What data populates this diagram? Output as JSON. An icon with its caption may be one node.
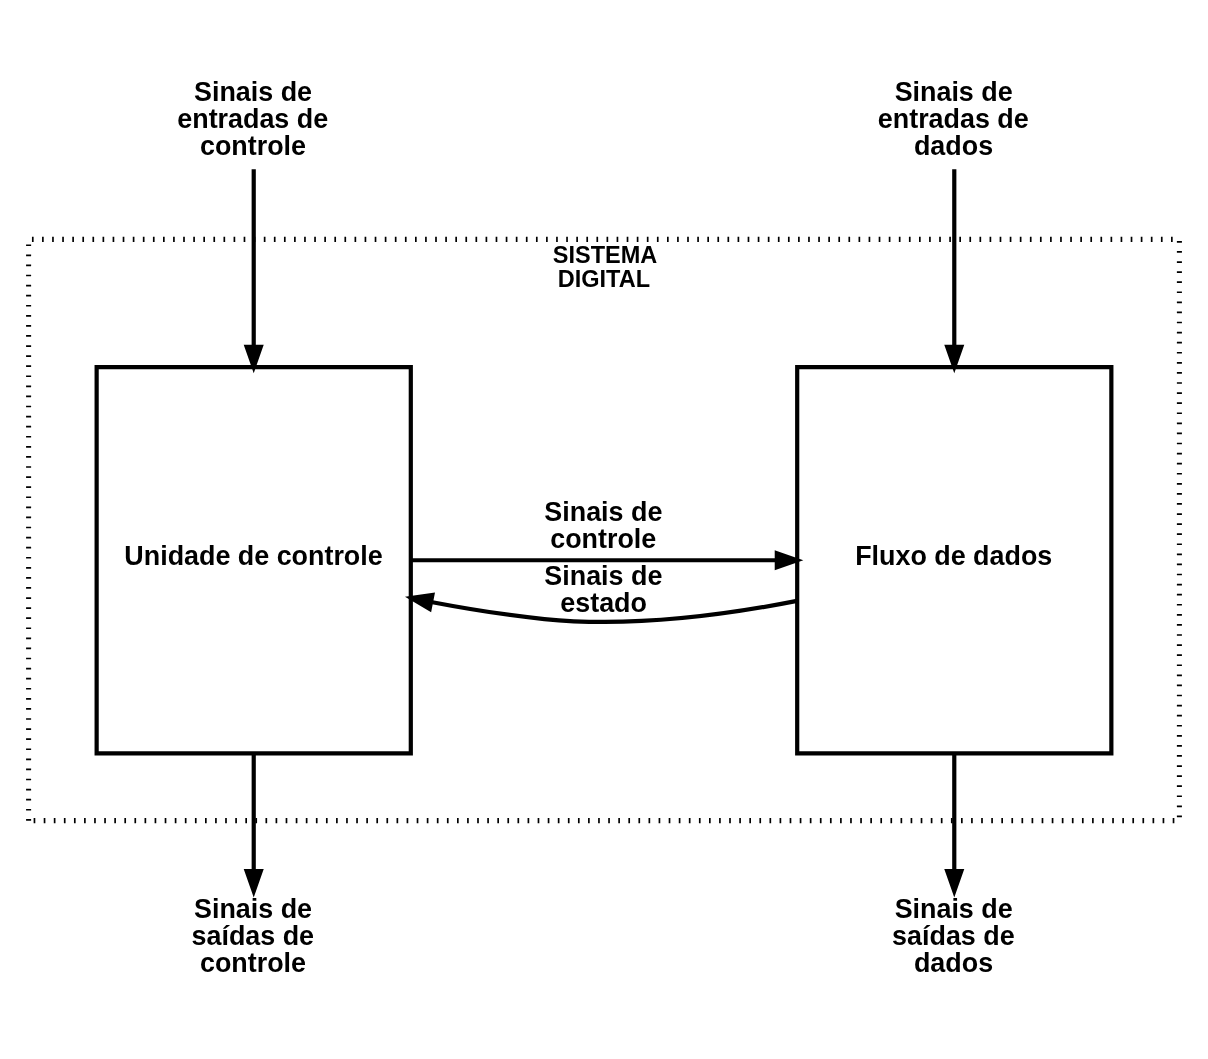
{
  "diagram": {
    "nodes": [
      {
        "text": [
          "SISTEMA DIGITAL"
        ]
      },
      {
        "text": [
          "Unidade de controle"
        ],
        "in": 0
      },
      {
        "text": [
          "Fluxo de dados"
        ],
        "in": 0
      },
      {
        "text": [
          "Sinais de entradas de controle"
        ]
      },
      {
        "text": [
          "Sinais de entradas de dados"
        ]
      },
      {
        "text": [
          "Sinais de saídas de controle"
        ]
      },
      {
        "text": [
          "Sinais de saídas de dados"
        ]
      }
    ],
    "edges": [
      {
        "from": 3,
        "to": 1,
        "arrow": "to"
      },
      {
        "from": 4,
        "to": 2,
        "arrow": "to"
      },
      {
        "from": 1,
        "to": 2,
        "arrow": "to",
        "label": "Sinais de controle"
      },
      {
        "from": 2,
        "to": 1,
        "arrow": "to",
        "label": "Sinais de estado"
      },
      {
        "from": 1,
        "to": 5,
        "arrow": "to"
      },
      {
        "from": 2,
        "to": 6,
        "arrow": "to"
      }
    ]
  }
}
